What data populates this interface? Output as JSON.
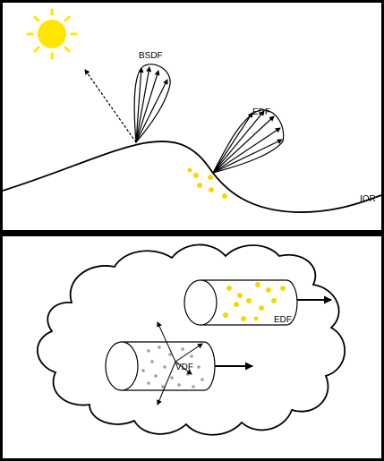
{
  "top_panel": {
    "labels": {
      "bsdf": "BSDF",
      "edf": "EDF",
      "ior": "IOR"
    },
    "sun_icon": "sun-icon",
    "colors": {
      "background": "#ffffff",
      "frame": "#000000",
      "sun": "#ffe600",
      "particles": "#f5d800"
    }
  },
  "bottom_panel": {
    "labels": {
      "edf": "EDF",
      "vdf": "VDF"
    },
    "colors": {
      "emissive_particles": "#f5d800",
      "scattering_particles": "#a0a0a0"
    }
  }
}
